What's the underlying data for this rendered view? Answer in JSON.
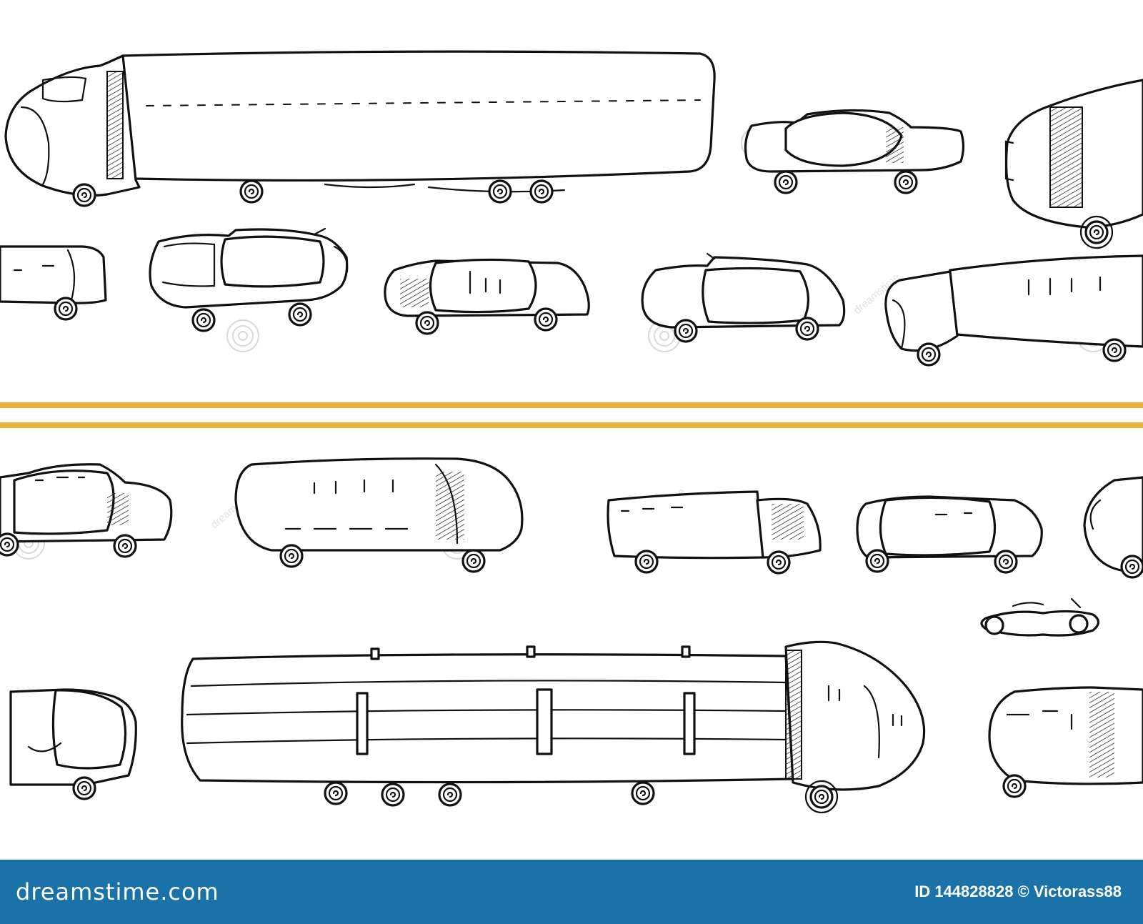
{
  "scene": {
    "background_color": "#ffffff",
    "ink_color": "#111111",
    "center_line_color": "#e8b23a",
    "watermark_text": "dreamstime",
    "vehicles_upper_lane": [
      {
        "kind": "semi-truck",
        "facing": "left"
      },
      {
        "kind": "sedan",
        "facing": "right"
      },
      {
        "kind": "truck",
        "facing": "left"
      },
      {
        "kind": "car",
        "facing": "right"
      },
      {
        "kind": "pickup-car",
        "facing": "left"
      },
      {
        "kind": "sedan",
        "facing": "left"
      },
      {
        "kind": "convertible-car",
        "facing": "left"
      },
      {
        "kind": "box-truck",
        "facing": "left"
      }
    ],
    "vehicles_lower_lane": [
      {
        "kind": "car",
        "facing": "right"
      },
      {
        "kind": "bus",
        "facing": "right"
      },
      {
        "kind": "box-truck",
        "facing": "right"
      },
      {
        "kind": "sedan",
        "facing": "right"
      },
      {
        "kind": "van",
        "facing": "left"
      },
      {
        "kind": "motorcycle",
        "facing": "right"
      },
      {
        "kind": "car",
        "facing": "right"
      },
      {
        "kind": "tanker-truck",
        "facing": "right"
      },
      {
        "kind": "van",
        "facing": "left"
      }
    ]
  },
  "footer": {
    "background_color": "#1a72a8",
    "logo_text": "dreamstime.com",
    "credit_text": "ID 144828828 © Victorass88"
  }
}
